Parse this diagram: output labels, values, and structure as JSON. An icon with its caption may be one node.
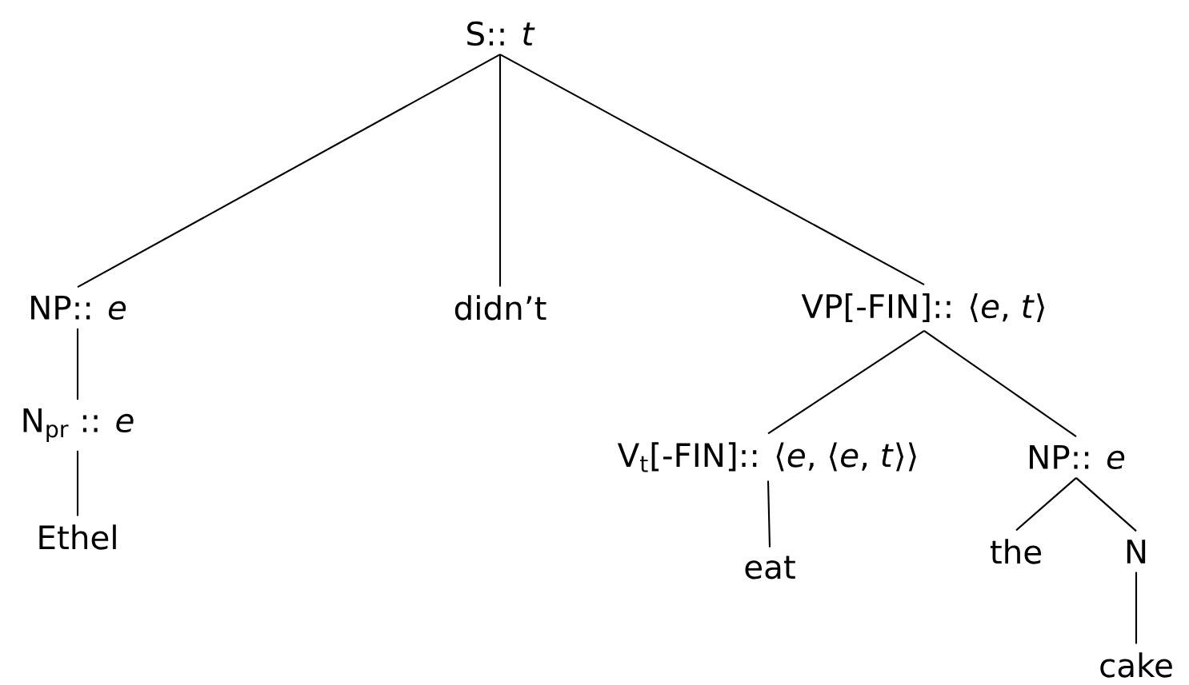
{
  "diagram": {
    "nodes": [
      {
        "text": [
          "S:: *t*"
        ]
      },
      {
        "text": [
          "NP:: *e*"
        ]
      },
      {
        "text": [
          "didn’t"
        ]
      },
      {
        "text": [
          "VP[-FIN]:: ⟨*e*, *t*⟩"
        ]
      },
      {
        "text": [
          "N$_{pr}$ :: *e*"
        ]
      },
      {
        "text": [
          "Ethel"
        ]
      },
      {
        "text": [
          "V$_{t}$[-FIN]:: ⟨*e*, ⟨*e*, *t*⟩⟩"
        ]
      },
      {
        "text": [
          "NP:: *e*"
        ]
      },
      {
        "text": [
          "eat"
        ]
      },
      {
        "text": [
          "the"
        ]
      },
      {
        "text": [
          "N"
        ]
      },
      {
        "text": [
          "cake"
        ]
      }
    ],
    "edges": [
      {
        "from": 0,
        "to": 1,
        "arrow": "none"
      },
      {
        "from": 0,
        "to": 2,
        "arrow": "none"
      },
      {
        "from": 0,
        "to": 3,
        "arrow": "none"
      },
      {
        "from": 1,
        "to": 4,
        "arrow": "none"
      },
      {
        "from": 4,
        "to": 5,
        "arrow": "none"
      },
      {
        "from": 3,
        "to": 6,
        "arrow": "none"
      },
      {
        "from": 3,
        "to": 7,
        "arrow": "none"
      },
      {
        "from": 6,
        "to": 8,
        "arrow": "none"
      },
      {
        "from": 7,
        "to": 9,
        "arrow": "none"
      },
      {
        "from": 7,
        "to": 10,
        "arrow": "none"
      },
      {
        "from": 10,
        "to": 11,
        "arrow": "none"
      }
    ]
  }
}
